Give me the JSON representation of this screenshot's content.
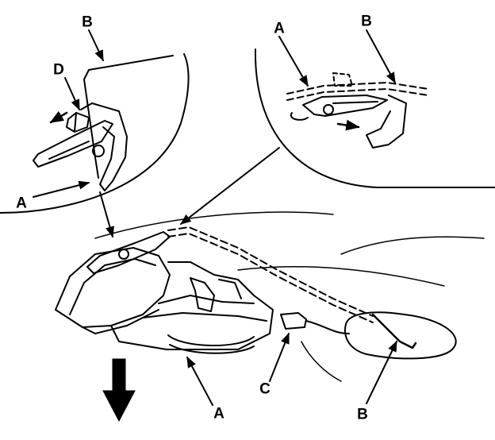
{
  "diagram": {
    "labels": {
      "b_top_left": "B",
      "d_top_left": "D",
      "a_top_left": "A",
      "a_top_right": "A",
      "b_top_right": "B",
      "c_main": "C",
      "a_main": "A",
      "b_main": "B"
    }
  }
}
